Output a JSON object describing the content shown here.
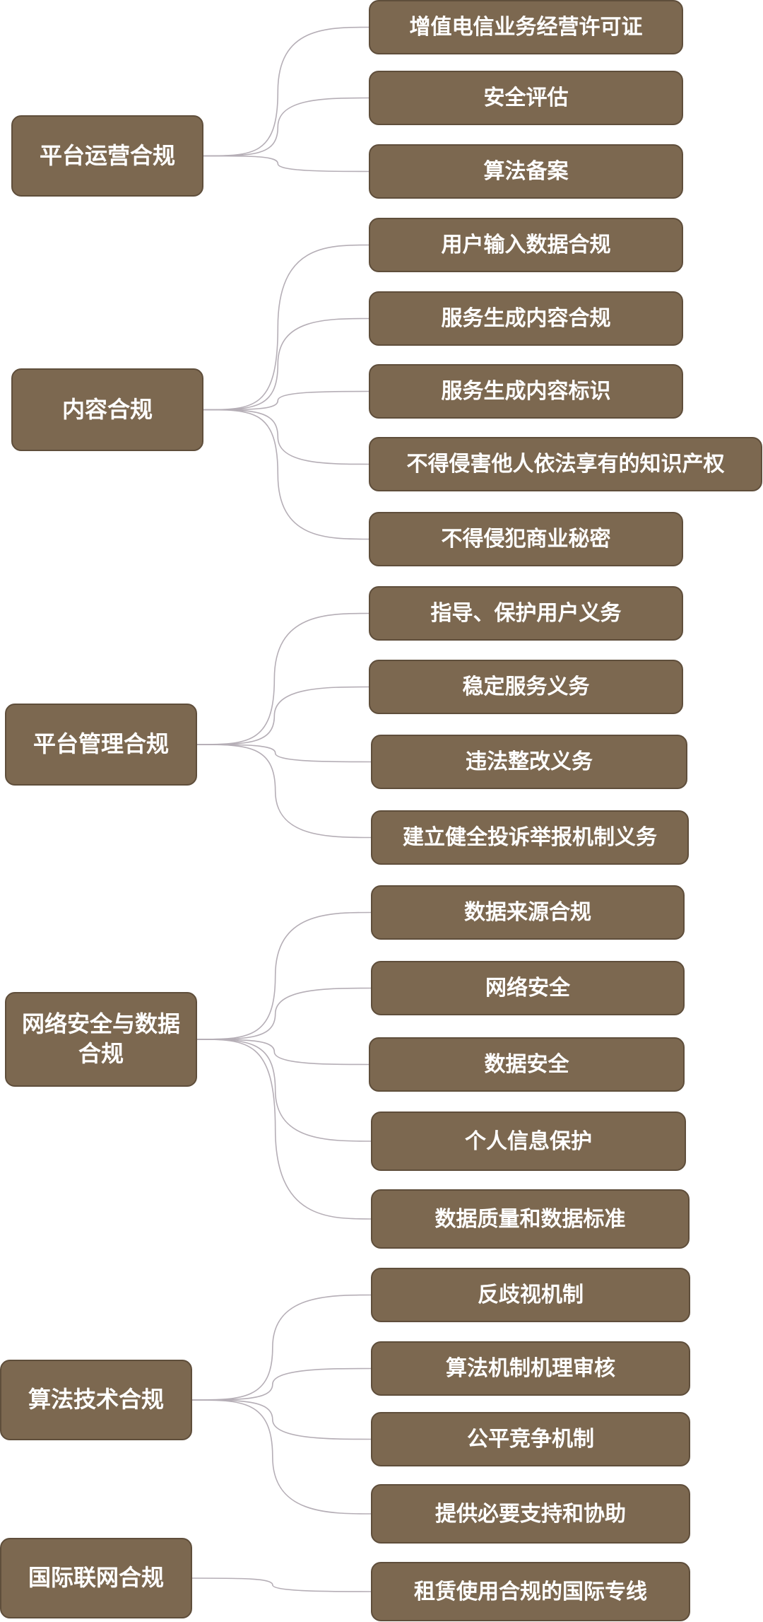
{
  "diagram": {
    "line_color": "#b5aeb6",
    "node_fill": "#7c6850",
    "node_border": "#5f4e3b",
    "text_color": "#ffffff",
    "groups": [
      {
        "label": "平台运营合规",
        "children": [
          "增值电信业务经营许可证",
          "安全评估",
          "算法备案"
        ]
      },
      {
        "label": "内容合规",
        "children": [
          "用户输入数据合规",
          "服务生成内容合规",
          "服务生成内容标识",
          "不得侵害他人依法享有的知识产权",
          "不得侵犯商业秘密"
        ]
      },
      {
        "label": "平台管理合规",
        "children": [
          "指导、保护用户义务",
          "稳定服务义务",
          "违法整改义务",
          "建立健全投诉举报机制义务"
        ]
      },
      {
        "label": "网络安全与数据合规",
        "children": [
          "数据来源合规",
          "网络安全",
          "数据安全",
          "个人信息保护",
          "数据质量和数据标准"
        ]
      },
      {
        "label": "算法技术合规",
        "children": [
          "反歧视机制",
          "算法机制机理审核",
          "公平竞争机制",
          "提供必要支持和协助"
        ]
      },
      {
        "label": "国际联网合规",
        "children": [
          "租赁使用合规的国际专线"
        ]
      }
    ]
  }
}
